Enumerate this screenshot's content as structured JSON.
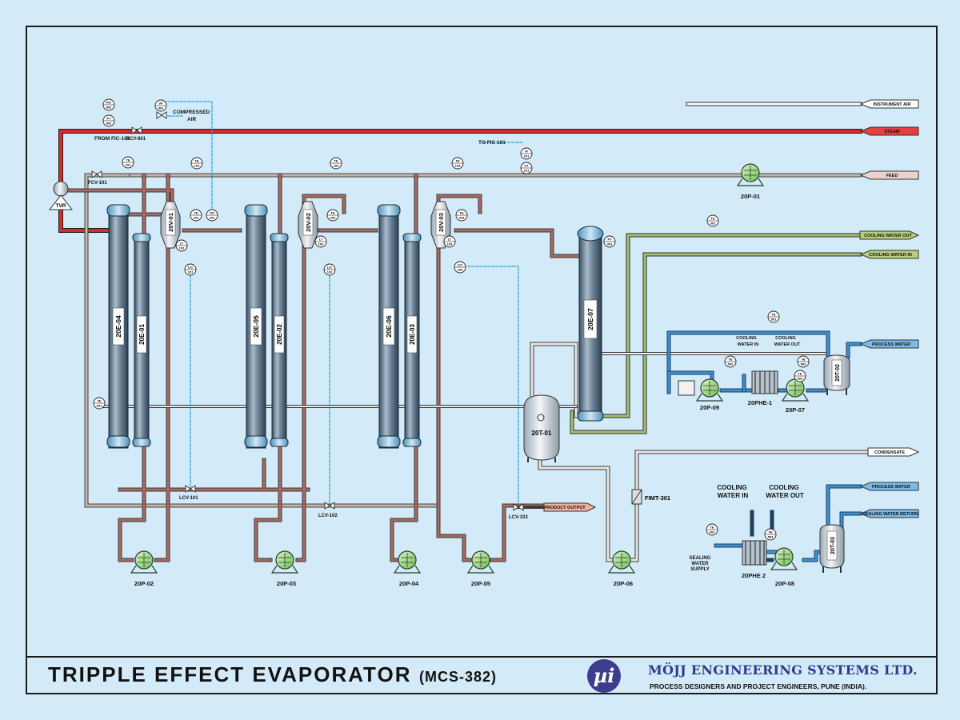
{
  "title": {
    "main": "TRIPPLE EFFECT EVAPORATOR",
    "code": "(MCS-382)",
    "logo_glyph": "µi",
    "company": "MÖJJ ENGINEERING SYSTEMS LTD.",
    "tagline": "PROCESS DESIGNERS AND PROJECT ENGINEERS, PUNE (INDIA)."
  },
  "colors": {
    "background": "#d3ebf8",
    "steam": "#d92a2a",
    "vapor": "#a86a60",
    "cooling_water": "#a8c070",
    "process_water": "#3d8fd0",
    "instrument_air": "#ffffff",
    "pump": "#a6e08a"
  },
  "streams": {
    "instrument_air": "INSTRUMENT AIR",
    "steam": "STEAM",
    "feed": "FEED",
    "cooling_water_out": "COOLING WATER OUT",
    "cooling_water_in": "COOLING WATER IN",
    "process_water_1": "PROCESS WATER",
    "condensate": "CONDENSATE",
    "process_water_2": "PROCESS WATER",
    "sealing_water_return": "SEALING WATER RETURN",
    "product_output": "PRODUCT OUTPUT"
  },
  "equipment": {
    "e04": "20E-04",
    "e01": "20E-01",
    "e05": "20E-05",
    "e02": "20E-02",
    "e06": "20E-06",
    "e03": "20E-03",
    "e07": "20E-07",
    "v01": "20V-01",
    "v02": "20V-02",
    "v03": "20V-03",
    "t01": "20T-01",
    "t02": "20T-02",
    "t03": "20T-03",
    "tvr": "TVR",
    "fimt": "FIMT-301",
    "phe1": "20PHE-1",
    "phe2": "20PHE 2"
  },
  "pumps": {
    "p01": "20P-01",
    "p02": "20P-02",
    "p03": "20P-03",
    "p04": "20P-04",
    "p05": "20P-05",
    "p06": "20P-06",
    "p07": "20P-07",
    "p08": "20P-08",
    "p09": "20P-09"
  },
  "valves": {
    "pcv": "PCV-801",
    "fcv": "FCV-101",
    "lcv1": "LCV-101",
    "lcv2": "LCV-102",
    "lcv3": "LCV-103"
  },
  "labels": {
    "compressed_air": "COMPRESSED",
    "compressed_air_2": "AIR",
    "from_fic": "FROM FIC-101",
    "to_fic": "TO FIC 101",
    "cw_in_1": "COOLING",
    "cw_in_2": "WATER IN",
    "cw_out_1": "COOLING",
    "cw_out_2": "WATER OUT",
    "cw_in_big_1": "COOLING",
    "cw_in_big_2": "WATER IN",
    "cw_out_big_1": "COOLING",
    "cw_out_big_2": "WATER OUT",
    "sealing_1": "SEALING",
    "sealing_2": "WATER",
    "sealing_3": "SUPPLY"
  },
  "instruments": {
    "pic_top": [
      "PIC",
      "801"
    ],
    "pt_top": [
      "PT",
      "801"
    ],
    "ip": [
      "I/P",
      "801"
    ],
    "te101": [
      "TE",
      "101"
    ],
    "te102": [
      "TE",
      "102"
    ],
    "te103": [
      "TE",
      "103"
    ],
    "te104": [
      "TE",
      "104"
    ],
    "te201": [
      "TE",
      "201"
    ],
    "te202": [
      "TE",
      "202"
    ],
    "tic201": [
      "TIC",
      "201"
    ],
    "te203": [
      "TE",
      "203"
    ],
    "te204": [
      "TE",
      "204"
    ],
    "lt101": [
      "LT",
      "101"
    ],
    "lic101": [
      "LIC",
      "101"
    ],
    "lt102": [
      "LT",
      "102"
    ],
    "lic102": [
      "LIC",
      "102"
    ],
    "lt103": [
      "LT",
      "103"
    ],
    "lic103": [
      "LIC",
      "103"
    ],
    "te301": [
      "TE",
      "301"
    ],
    "te601": [
      "TE",
      "601"
    ],
    "pt301": [
      "PT",
      "301"
    ],
    "te501": [
      "TE",
      "501"
    ],
    "te502": [
      "TE",
      "502"
    ],
    "te503": [
      "TE",
      "503"
    ],
    "te504": [
      "TE",
      "504"
    ],
    "te602": [
      "TE",
      "602"
    ],
    "te603": [
      "TE",
      "603"
    ],
    "fi101": [
      "FI",
      "101"
    ],
    "ft101": [
      "FT",
      "101"
    ]
  }
}
